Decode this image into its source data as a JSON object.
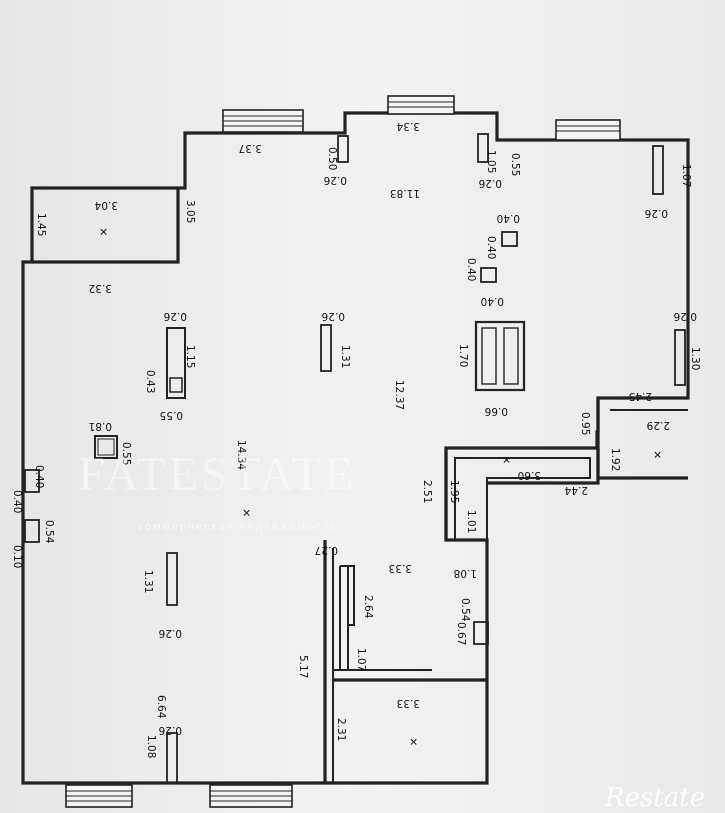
{
  "dimensions": [
    "3.37",
    "0.50",
    "0.26",
    "3.34",
    "1.05",
    "0.55",
    "0.26",
    "11.83",
    "1.07",
    "0.26",
    "3.04",
    "1.45",
    "3.05",
    "3.32",
    "0.40",
    "0.40",
    "0.40",
    "0.40",
    "0.26",
    "1.15",
    "0.43",
    "0.55",
    "0.26",
    "1.31",
    "12.37",
    "1.70",
    "0.66",
    "0.26",
    "1.30",
    "2.45",
    "2.29",
    "0.95",
    "1.92",
    "0.81",
    "0.55",
    "14.34",
    "3.60",
    "2.44",
    "2.51",
    "1.95",
    "1.01",
    "0.40",
    "0.40",
    "0.54",
    "0.10",
    "0.27",
    "3.33",
    "1.08",
    "1.31",
    "0.26",
    "2.64",
    "0.54",
    "0.67",
    "1.07",
    "5.17",
    "6.64",
    "3.33",
    "2.31",
    "0.26",
    "1.08"
  ],
  "watermark": {
    "brand": "FATESTATE",
    "tagline": "коммерческая недвижимость"
  },
  "corner_logo": "Restate"
}
